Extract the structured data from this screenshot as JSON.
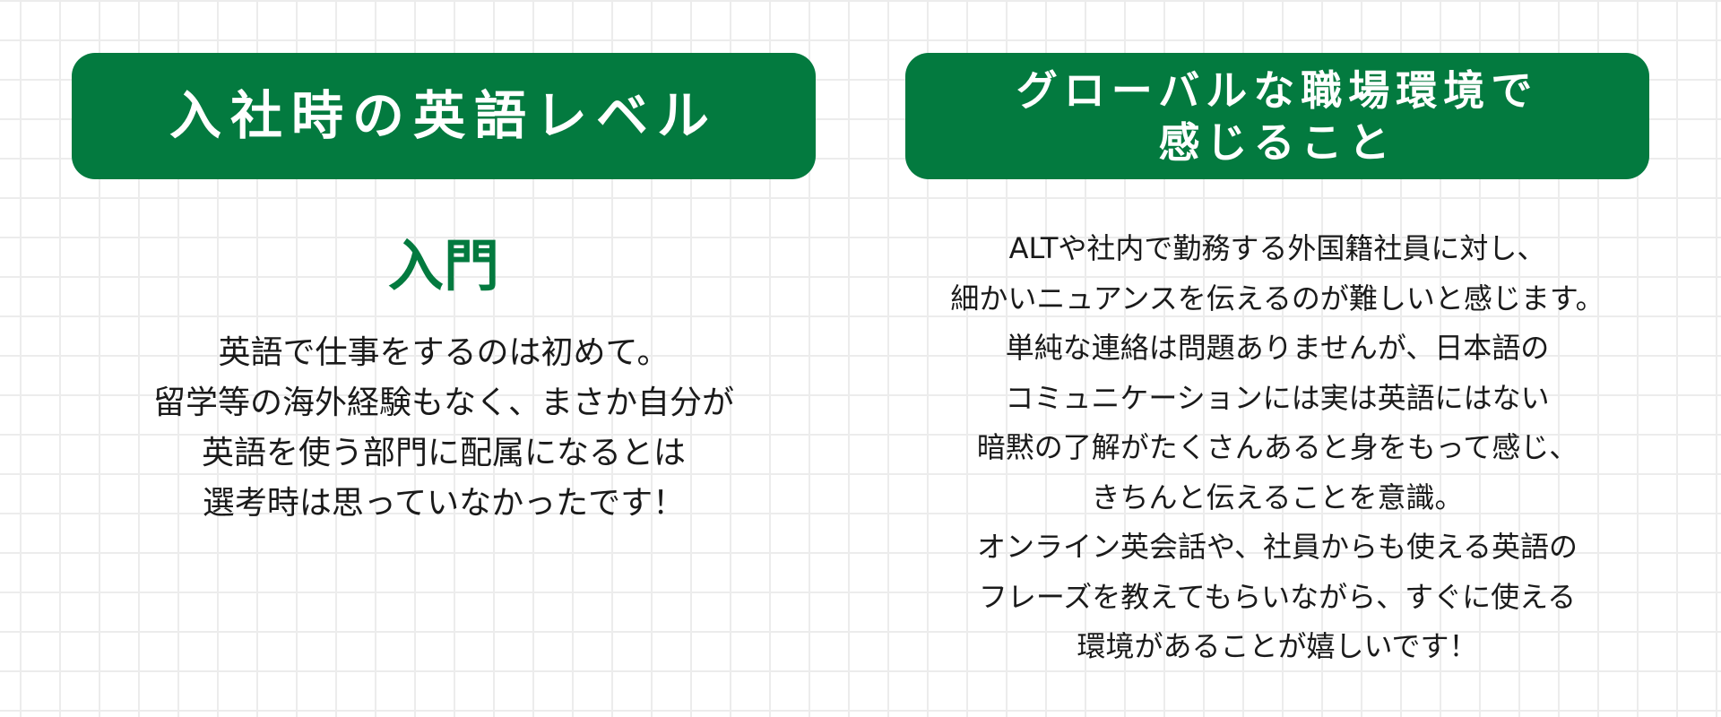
{
  "left": {
    "title": "入社時の英語レベル",
    "level": "入門",
    "lines": [
      "英語で仕事をするのは初めて。",
      "留学等の海外経験もなく、まさか自分が",
      "英語を使う部門に配属になるとは",
      "選考時は思っていなかったです！"
    ]
  },
  "right": {
    "title_lines": [
      "グローバルな職場環境で",
      "感じること"
    ],
    "lines": [
      "ALTや社内で勤務する外国籍社員に対し、",
      "細かいニュアンスを伝えるのが難しいと感じます。",
      "単純な連絡は問題ありませんが、日本語の",
      "コミュニケーションには実は英語にはない",
      "暗黙の了解がたくさんあると身をもって感じ、",
      "きちんと伝えることを意識。",
      "オンライン英会話や、社員からも使える英語の",
      "フレーズを教えてもらいながら、すぐに使える",
      "環境があることが嬉しいです！"
    ]
  },
  "colors": {
    "accent_green": "#037a3f",
    "text": "#1a1a1a",
    "grid": "#ececec"
  }
}
